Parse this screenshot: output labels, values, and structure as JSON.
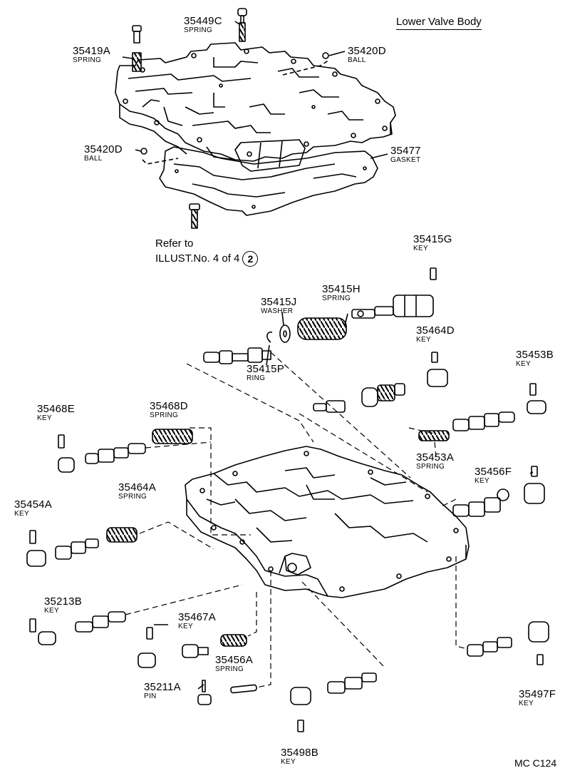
{
  "title": "Lower Valve Body",
  "figure_code": "MC C124",
  "reference_note": {
    "line1": "Refer to",
    "line2": "ILLUST.No. 4 of 4",
    "circle": "2"
  },
  "parts": [
    {
      "id": "35449c",
      "number": "35449C",
      "desc": "SPRING"
    },
    {
      "id": "35419a",
      "number": "35419A",
      "desc": "SPRING"
    },
    {
      "id": "35420d-top",
      "number": "35420D",
      "desc": "BALL"
    },
    {
      "id": "35420d-left",
      "number": "35420D",
      "desc": "BALL"
    },
    {
      "id": "35477",
      "number": "35477",
      "desc": "GASKET"
    },
    {
      "id": "35415g",
      "number": "35415G",
      "desc": "KEY"
    },
    {
      "id": "35415h",
      "number": "35415H",
      "desc": "SPRING"
    },
    {
      "id": "35415j",
      "number": "35415J",
      "desc": "WASHER"
    },
    {
      "id": "35415p",
      "number": "35415P",
      "desc": "RING"
    },
    {
      "id": "35464d",
      "number": "35464D",
      "desc": "KEY"
    },
    {
      "id": "35453b",
      "number": "35453B",
      "desc": "KEY"
    },
    {
      "id": "35468e",
      "number": "35468E",
      "desc": "KEY"
    },
    {
      "id": "35468d",
      "number": "35468D",
      "desc": "SPRING"
    },
    {
      "id": "35453a",
      "number": "35453A",
      "desc": "SPRING"
    },
    {
      "id": "35456f",
      "number": "35456F",
      "desc": "KEY"
    },
    {
      "id": "35464a",
      "number": "35464A",
      "desc": "SPRING"
    },
    {
      "id": "35454a",
      "number": "35454A",
      "desc": "KEY"
    },
    {
      "id": "35213b",
      "number": "35213B",
      "desc": "KEY"
    },
    {
      "id": "35467a",
      "number": "35467A",
      "desc": "KEY"
    },
    {
      "id": "35456a",
      "number": "35456A",
      "desc": "SPRING"
    },
    {
      "id": "35211a",
      "number": "35211A",
      "desc": "PIN"
    },
    {
      "id": "35497f",
      "number": "35497F",
      "desc": "KEY"
    },
    {
      "id": "35498b",
      "number": "35498B",
      "desc": "KEY"
    }
  ]
}
